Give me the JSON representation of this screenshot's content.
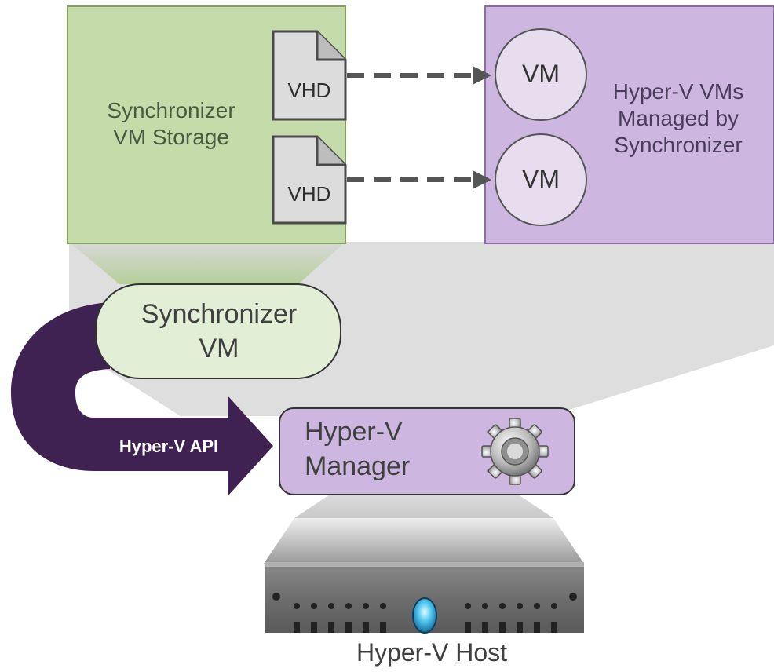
{
  "storage": {
    "title": "Synchronizer\nVM Storage"
  },
  "vhds": [
    {
      "label": "VHD"
    },
    {
      "label": "VHD"
    }
  ],
  "vms": [
    {
      "label": "VM"
    },
    {
      "label": "VM"
    }
  ],
  "managed_vms": {
    "title": "Hyper-V VMs\nManaged by\nSynchronizer"
  },
  "sync_vm": {
    "title": "Synchronizer\nVM"
  },
  "api": {
    "label": "Hyper-V API"
  },
  "manager": {
    "title": "Hyper-V\nManager",
    "icon": "gear-icon"
  },
  "host": {
    "label": "Hyper-V Host",
    "icon": "server-icon"
  },
  "colors": {
    "storage_fill": "#c5dcaa",
    "storage_border": "#7fa35b",
    "managed_fill": "#cdb6df",
    "managed_border": "#8a6aa8",
    "vm_circle_fill": "#e7ddef",
    "sync_vm_fill": "#e3eed6",
    "api_arrow": "#3f2152",
    "manager_fill": "#cdb6df",
    "connector_gray": "#555555"
  }
}
